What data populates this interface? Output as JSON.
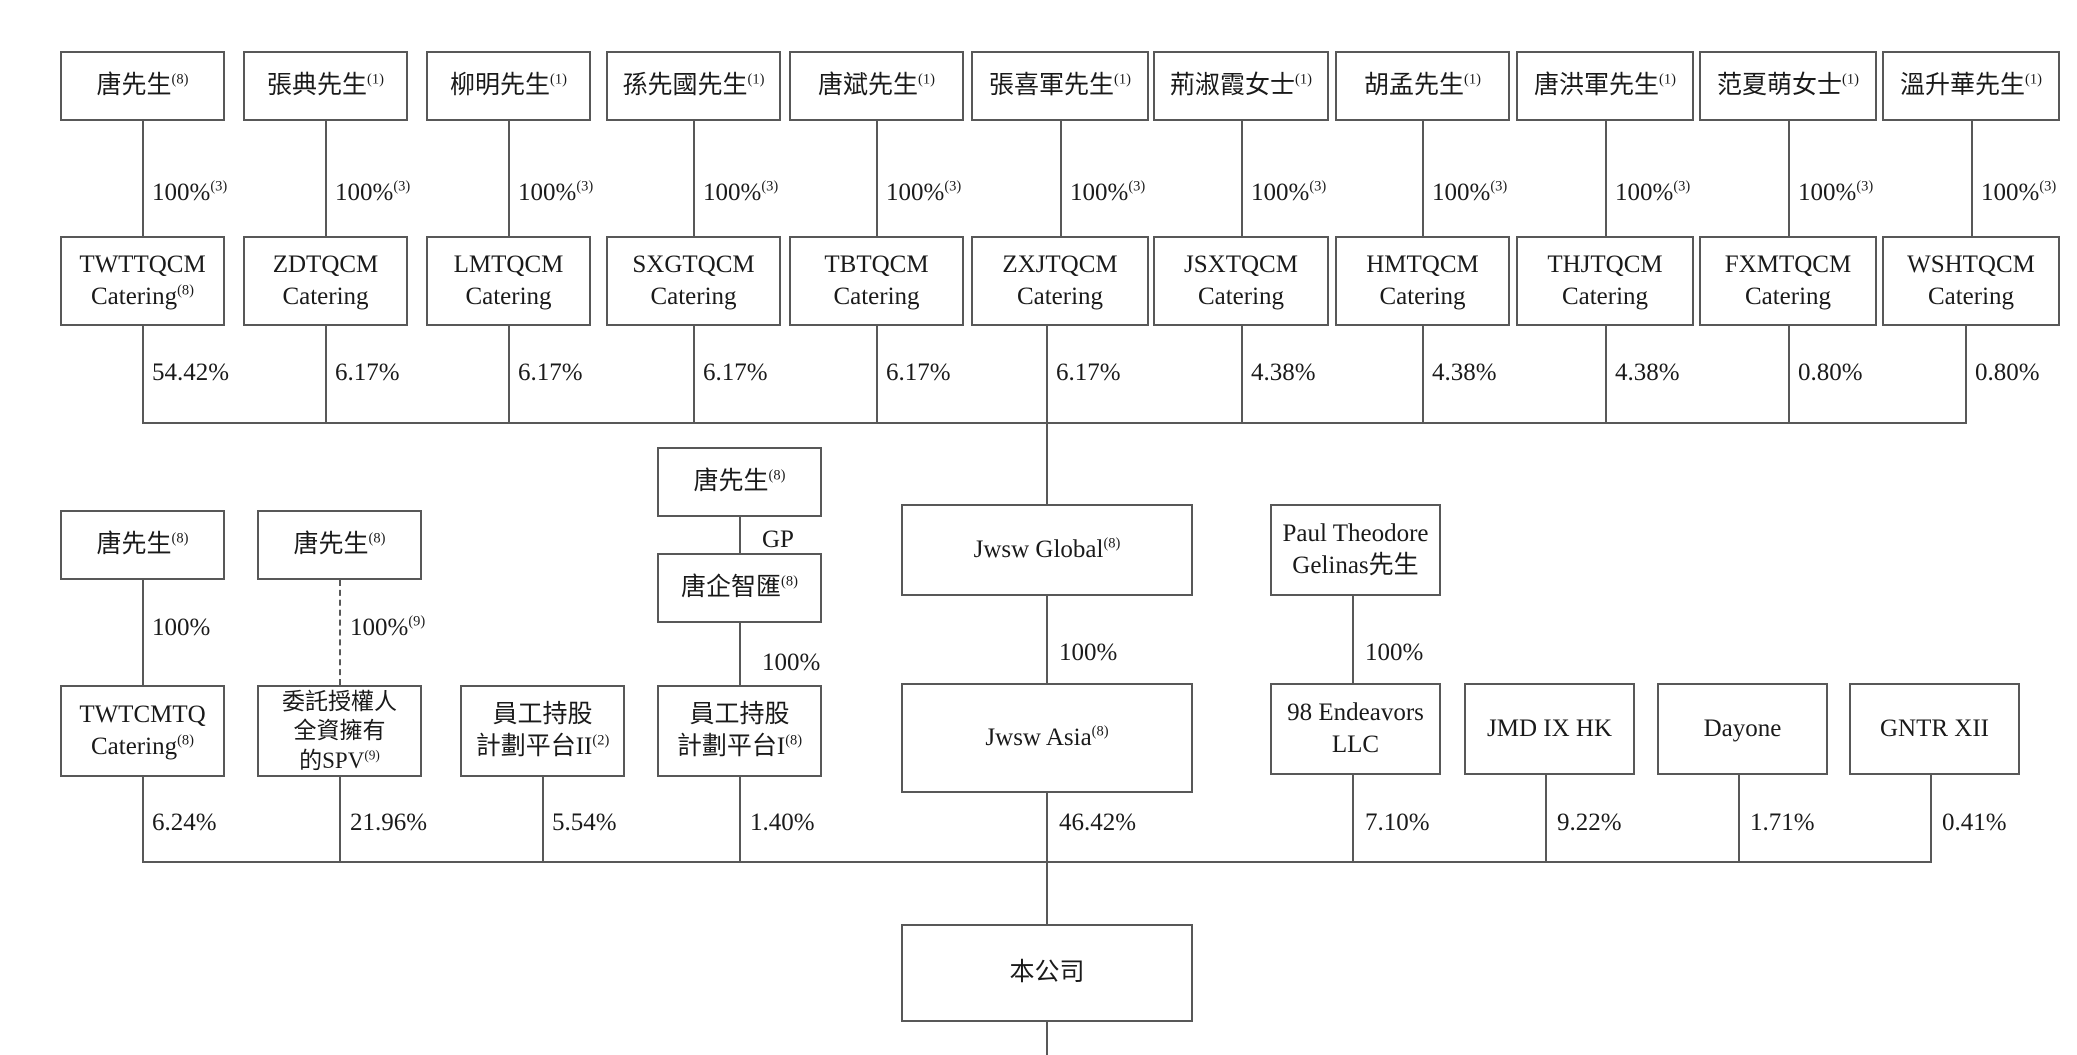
{
  "diagram": {
    "type": "ownership-structure-chart",
    "title": "",
    "colors": {
      "line": "#585858",
      "text": "#1a1a1a",
      "background": "#ffffff"
    },
    "individuals_row": [
      {
        "id": "ind-tang-8",
        "name": "唐先生",
        "note": "(8)"
      },
      {
        "id": "ind-zhangdian",
        "name": "張典先生",
        "note": "(1)"
      },
      {
        "id": "ind-liuming",
        "name": "柳明先生",
        "note": "(1)"
      },
      {
        "id": "ind-sunxianguo",
        "name": "孫先國先生",
        "note": "(1)"
      },
      {
        "id": "ind-tangbin",
        "name": "唐斌先生",
        "note": "(1)"
      },
      {
        "id": "ind-zhangxijun",
        "name": "張喜軍先生",
        "note": "(1)"
      },
      {
        "id": "ind-jingshuxia",
        "name": "荊淑霞女士",
        "note": "(1)"
      },
      {
        "id": "ind-humeng",
        "name": "胡孟先生",
        "note": "(1)"
      },
      {
        "id": "ind-tanghongjun",
        "name": "唐洪軍先生",
        "note": "(1)"
      },
      {
        "id": "ind-fanxiameng",
        "name": "范夏萌女士",
        "note": "(1)"
      },
      {
        "id": "ind-wenshenghua",
        "name": "溫升華先生",
        "note": "(1)"
      }
    ],
    "individual_to_catering_pct": [
      {
        "value": "100%",
        "note": "(3)"
      },
      {
        "value": "100%",
        "note": "(3)"
      },
      {
        "value": "100%",
        "note": "(3)"
      },
      {
        "value": "100%",
        "note": "(3)"
      },
      {
        "value": "100%",
        "note": "(3)"
      },
      {
        "value": "100%",
        "note": "(3)"
      },
      {
        "value": "100%",
        "note": "(3)"
      },
      {
        "value": "100%",
        "note": "(3)"
      },
      {
        "value": "100%",
        "note": "(3)"
      },
      {
        "value": "100%",
        "note": "(3)"
      },
      {
        "value": "100%",
        "note": "(3)"
      }
    ],
    "catering_row": [
      {
        "id": "co-twttqcm",
        "name": "TWTTQCM\nCatering",
        "note": "(8)"
      },
      {
        "id": "co-zdtqcm",
        "name": "ZDTQCM\nCatering",
        "note": ""
      },
      {
        "id": "co-lmtqcm",
        "name": "LMTQCM\nCatering",
        "note": ""
      },
      {
        "id": "co-sxgtqcm",
        "name": "SXGTQCM\nCatering",
        "note": ""
      },
      {
        "id": "co-tbtqcm",
        "name": "TBTQCM\nCatering",
        "note": ""
      },
      {
        "id": "co-zxjtqcm",
        "name": "ZXJTQCM\nCatering",
        "note": ""
      },
      {
        "id": "co-jsxtqcm",
        "name": "JSXTQCM\nCatering",
        "note": ""
      },
      {
        "id": "co-hmtqcm",
        "name": "HMTQCM\nCatering",
        "note": ""
      },
      {
        "id": "co-thjtqcm",
        "name": "THJTQCM\nCatering",
        "note": ""
      },
      {
        "id": "co-fxmtqcm",
        "name": "FXMTQCM\nCatering",
        "note": ""
      },
      {
        "id": "co-wshtqcm",
        "name": "WSHTQCM\nCatering",
        "note": ""
      }
    ],
    "catering_to_bus_pct": [
      "54.42%",
      "6.17%",
      "6.17%",
      "6.17%",
      "6.17%",
      "6.17%",
      "4.38%",
      "4.38%",
      "4.38%",
      "0.80%",
      "0.80%"
    ],
    "mid_left": {
      "tang_a": {
        "id": "mid-tang-a",
        "name": "唐先生",
        "note": "(8)"
      },
      "tang_a_pct": {
        "value": "100%",
        "note": ""
      },
      "twtcmtq": {
        "id": "mid-twtcmtq",
        "name": "TWTCMTQ\nCatering",
        "note": "(8)"
      },
      "tang_b": {
        "id": "mid-tang-b",
        "name": "唐先生",
        "note": "(8)"
      },
      "tang_b_pct": {
        "value": "100%",
        "note": "(9)"
      },
      "spv": {
        "id": "mid-spv",
        "name": "委託授權人\n全資擁有\n的SPV",
        "note": "(9)"
      },
      "platform2": {
        "id": "mid-platform2",
        "name": "員工持股\n計劃平台II",
        "note": "(2)"
      }
    },
    "mid_center": {
      "tang_gp": {
        "id": "mid-tang-gp",
        "name": "唐先生",
        "note": "(8)"
      },
      "gp_label": "GP",
      "tangqi": {
        "id": "mid-tangqizhihui",
        "name": "唐企智匯",
        "note": "(8)"
      },
      "tangqi_pct": {
        "value": "100%",
        "note": ""
      },
      "platform1": {
        "id": "mid-platform1",
        "name": "員工持股\n計劃平台I",
        "note": "(8)"
      }
    },
    "mid_jwsw": {
      "global": {
        "id": "mid-jwsw-global",
        "name": "Jwsw Global",
        "note": "(8)"
      },
      "global_pct": {
        "value": "100%",
        "note": ""
      },
      "asia": {
        "id": "mid-jwsw-asia",
        "name": "Jwsw Asia",
        "note": "(8)"
      }
    },
    "mid_right": {
      "paul": {
        "id": "mid-paul-gelinas",
        "name": "Paul Theodore\nGelinas先生",
        "note": ""
      },
      "paul_pct": {
        "value": "100%",
        "note": ""
      },
      "endeavors": {
        "id": "mid-98-endeavors",
        "name": "98 Endeavors\nLLC",
        "note": ""
      },
      "jmd": {
        "id": "mid-jmd-ix-hk",
        "name": "JMD IX HK",
        "note": ""
      },
      "dayone": {
        "id": "mid-dayone",
        "name": "Dayone",
        "note": ""
      },
      "gntr": {
        "id": "mid-gntr-xii",
        "name": "GNTR XII",
        "note": ""
      }
    },
    "bottom_pct": [
      {
        "for": "TWTCMTQ Catering",
        "value": "6.24%"
      },
      {
        "for": "委託授權人全資擁有的SPV",
        "value": "21.96%"
      },
      {
        "for": "員工持股計劃平台II",
        "value": "5.54%"
      },
      {
        "for": "員工持股計劃平台I",
        "value": "1.40%"
      },
      {
        "for": "Jwsw Asia",
        "value": "46.42%"
      },
      {
        "for": "98 Endeavors LLC",
        "value": "7.10%"
      },
      {
        "for": "JMD IX HK",
        "value": "9.22%"
      },
      {
        "for": "Dayone",
        "value": "1.71%"
      },
      {
        "for": "GNTR XII",
        "value": "0.41%"
      }
    ],
    "company": {
      "id": "node-company",
      "name": "本公司",
      "note": ""
    }
  }
}
